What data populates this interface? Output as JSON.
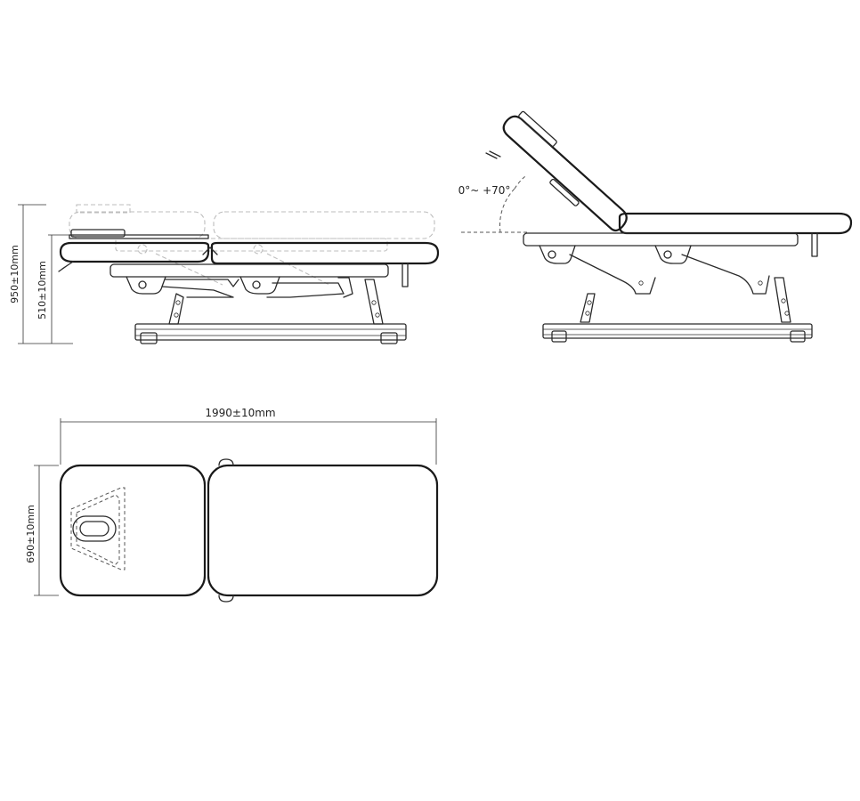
{
  "dimensions": {
    "total_height": "950±10mm",
    "min_height": "510±10mm",
    "length": "1990±10mm",
    "width": "690±10mm"
  },
  "backrest_angle": "0°~ +70°"
}
